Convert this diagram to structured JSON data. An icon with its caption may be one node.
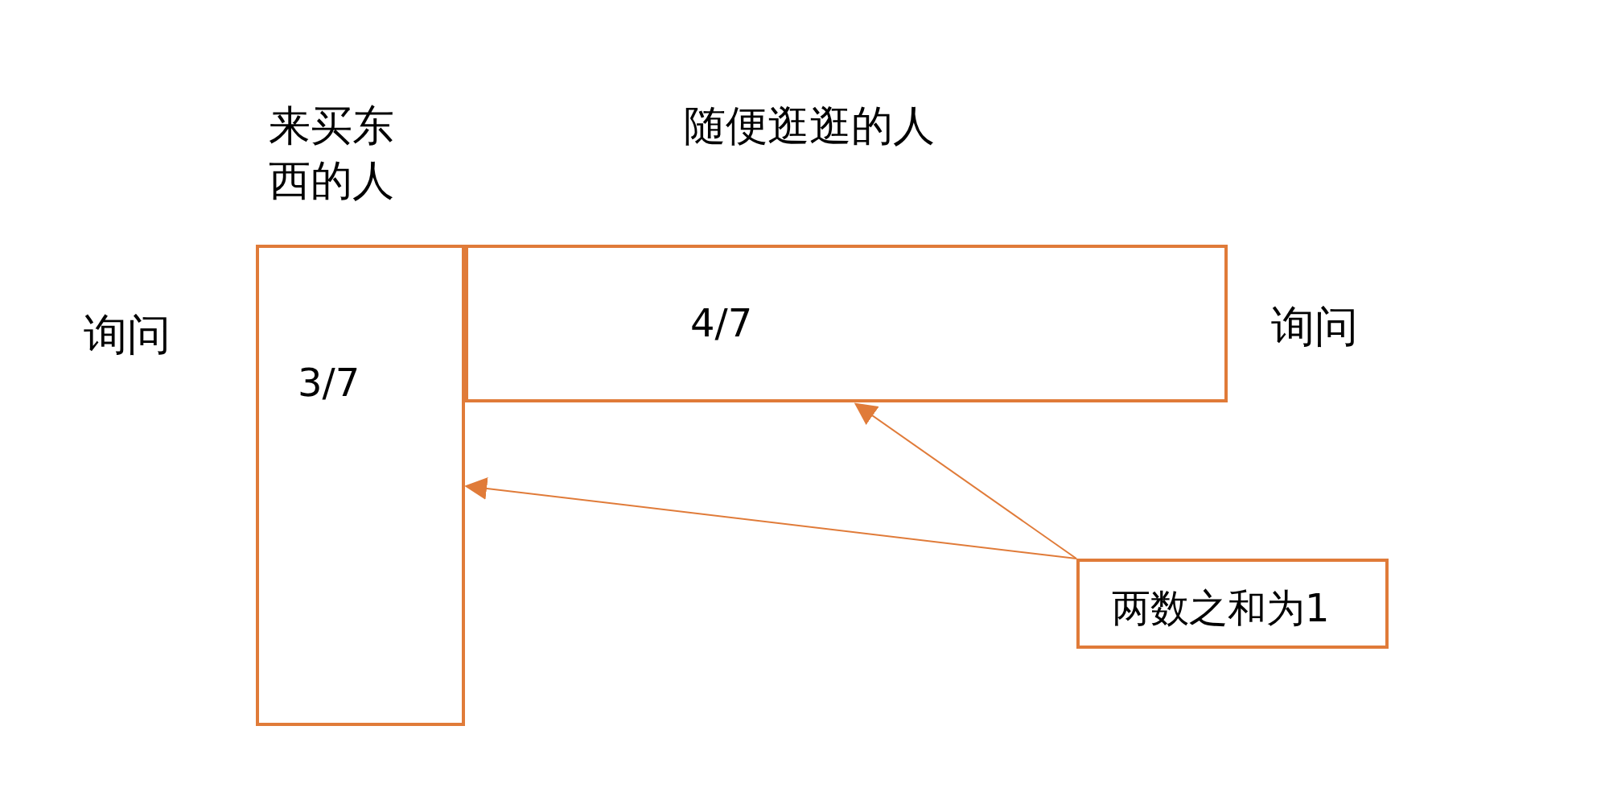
{
  "diagram": {
    "nodes": [
      {
        "text": [
          "来买东西的人",
          "3/7"
        ]
      },
      {
        "text": [
          "随便逛逛的人",
          "4/7"
        ]
      },
      {
        "text": [
          "两数之和为1"
        ]
      }
    ],
    "edges": [
      {
        "from": 2,
        "to": 0,
        "arrow": "to"
      },
      {
        "from": 2,
        "to": 1,
        "arrow": "to"
      }
    ],
    "labels": [
      "询问",
      "询问"
    ]
  }
}
